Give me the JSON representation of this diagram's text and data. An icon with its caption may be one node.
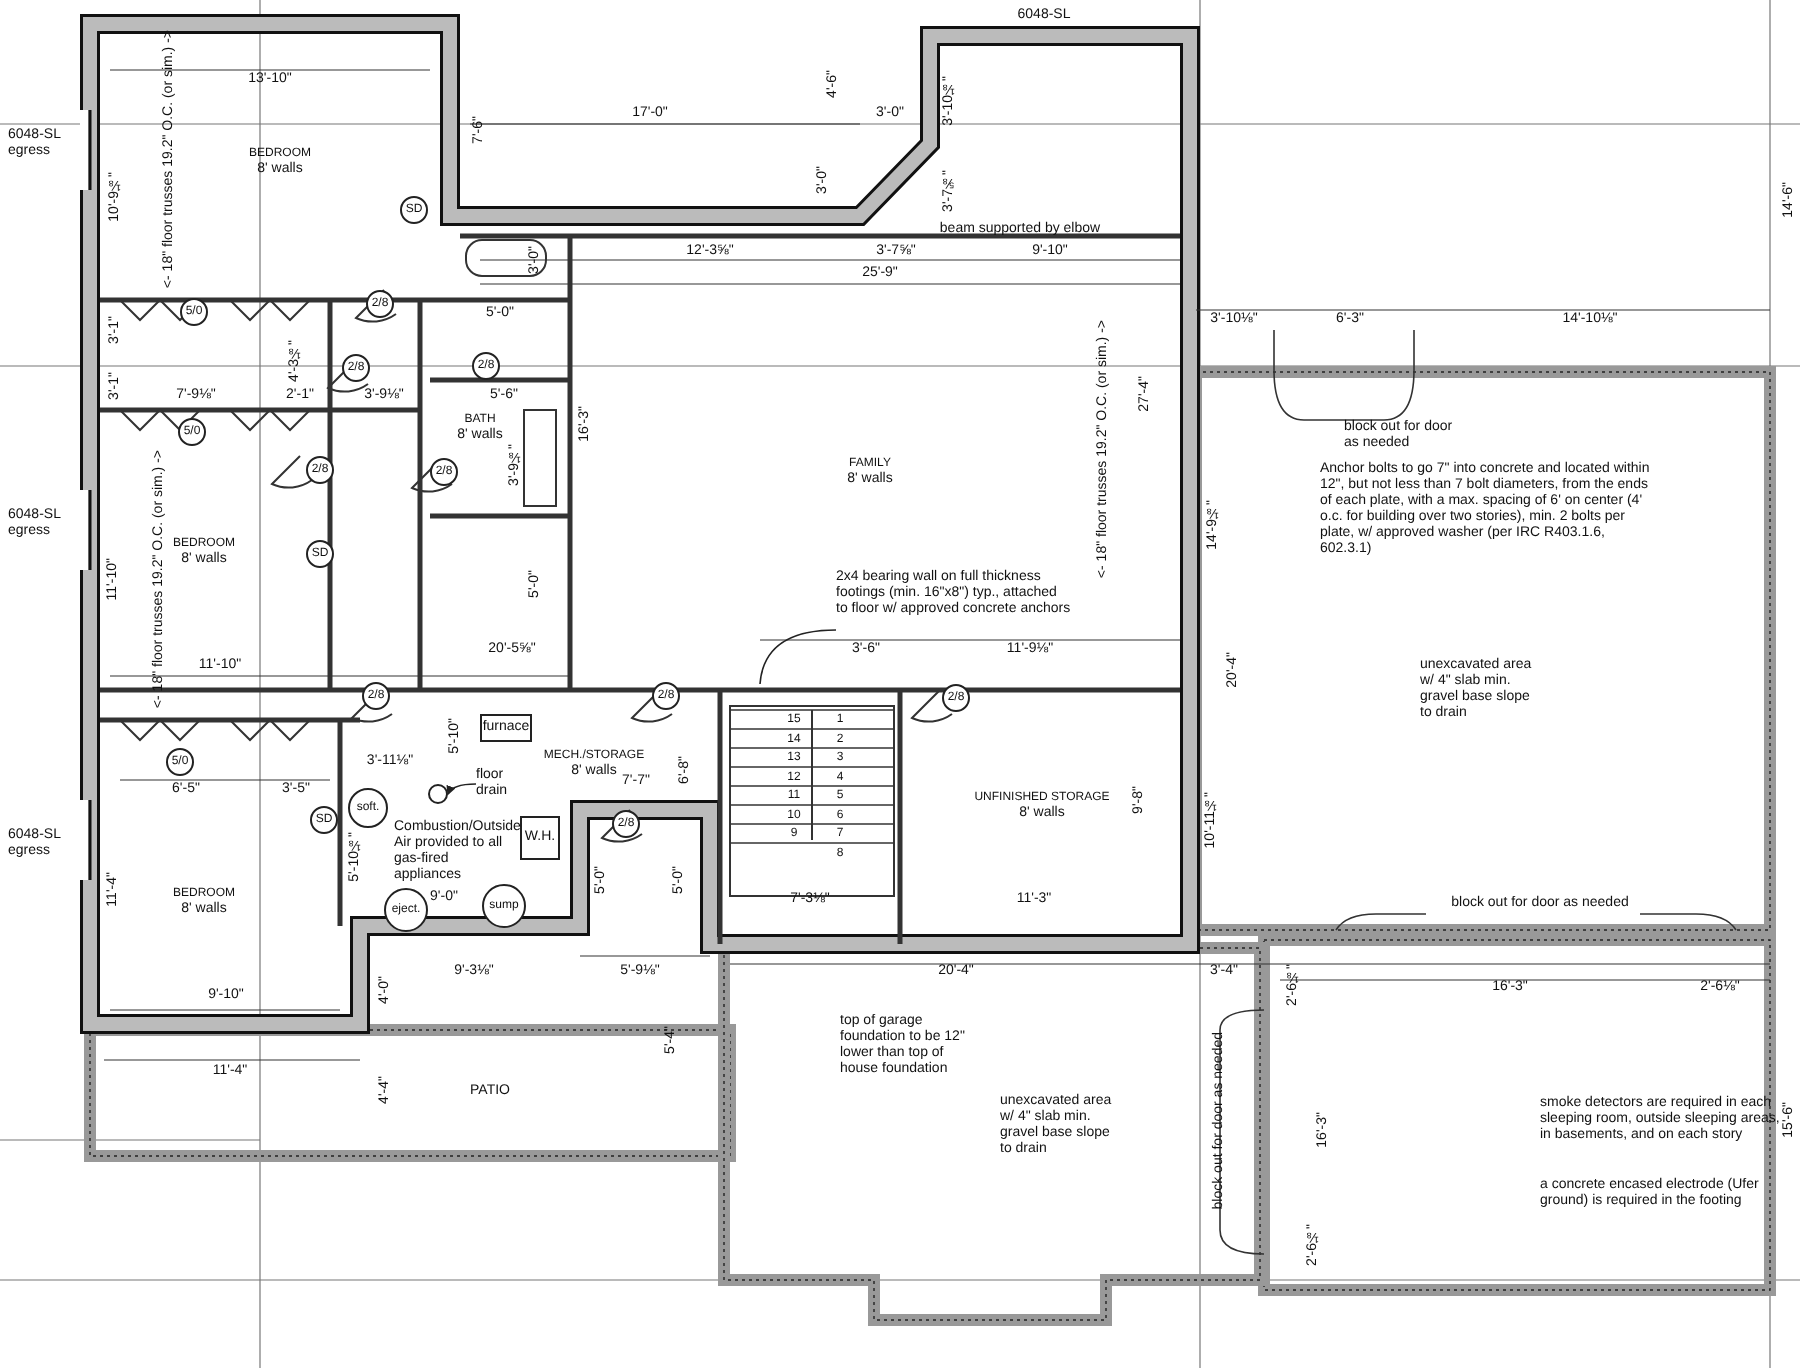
{
  "diagram": {
    "nodes": [
      {
        "text": [
          "BEDROOM",
          "8' walls"
        ]
      },
      {
        "text": [
          "FAMILY",
          "8' walls"
        ]
      },
      {
        "text": [
          "BATH",
          "8' walls"
        ]
      },
      {
        "text": [
          "BEDROOM",
          "8' walls"
        ]
      },
      {
        "text": [
          "MECH./STORAGE",
          "8' walls"
        ]
      },
      {
        "text": [
          "UNFINISHED STORAGE",
          "8' walls"
        ]
      },
      {
        "text": [
          "BEDROOM",
          "8' walls"
        ]
      },
      {
        "text": [
          "PATIO"
        ]
      },
      {
        "text": [
          "furnace"
        ]
      },
      {
        "text": [
          "W.H."
        ]
      },
      {
        "text": [
          "soft."
        ]
      },
      {
        "text": [
          "eject."
        ]
      },
      {
        "text": [
          "sump"
        ]
      },
      {
        "text": [
          "2x4 bearing wall on full thickness footings (min. 16\"x8\") typ., attached to floor w/ approved concrete anchors"
        ]
      },
      {
        "text": [
          "SD"
        ]
      },
      {
        "text": [
          "SD"
        ]
      },
      {
        "text": [
          "SD"
        ]
      },
      {
        "text": [
          "5/0"
        ]
      },
      {
        "text": [
          "2/8"
        ]
      },
      {
        "text": [
          "2/8"
        ]
      },
      {
        "text": [
          "2/8"
        ]
      },
      {
        "text": [
          "2/8"
        ]
      },
      {
        "text": [
          "5/0"
        ]
      },
      {
        "text": [
          "5/0"
        ]
      },
      {
        "text": [
          "2/8"
        ]
      },
      {
        "text": [
          "2/8"
        ]
      },
      {
        "text": [
          "2/8"
        ]
      },
      {
        "text": [
          "2/8"
        ]
      },
      {
        "text": [
          "2/8"
        ]
      },
      {
        "text": [
          "floor drain"
        ]
      },
      {
        "text": [],
        "shape": "circle"
      }
    ],
    "edges": [
      {
        "from": 13,
        "to": null,
        "arrow": "none"
      },
      {
        "from": 29,
        "to": 30,
        "arrow": "to"
      }
    ],
    "labels": [
      "6048-SL egress",
      "6048-SL egress",
      "6048-SL egress",
      "6048-SL",
      "13'-10\"",
      "10'-9⅛\"",
      "<- 18\" floor trusses 19.2\" O.C. (or sim.) ->",
      "7'-6\"",
      "17'-0\"",
      "4'-6\"",
      "3'-0\"",
      "3'-0\"",
      "3'-10⅛\"",
      "3'-7⅝\"",
      "beam supported by elbow",
      "12'-3⅝\"",
      "3'-7⅝\"",
      "9'-10\"",
      "25'-9\"",
      "16'-3\"",
      "<- 18\" floor trusses 19.2\" O.C. (or sim.) ->",
      "27'-4\"",
      "3'-0\"",
      "5'-0\"",
      "7'-9⅛\"",
      "2'-1\"",
      "3'-9⅛\"",
      "5'-6\"",
      "3'-1\"",
      "3'-1\"",
      "4'-3⅛\"",
      "3'-9⅛\"",
      "5'-0\"",
      "11'-10\"",
      "<- 18\" floor trusses 19.2\" O.C. (or sim.) ->",
      "11'-10\"",
      "20'-5⅝\"",
      "3'-6\"",
      "11'-9⅛\"",
      "3'-10⅛\"",
      "6'-3\"",
      "14'-10⅛\"",
      "14'-9⅛\"",
      "20'-4\"",
      "10'-11⅛\"",
      "14'-6\"",
      "6'-5\"",
      "3'-5\"",
      "3'-11⅛\"",
      "5'-10\"",
      "5'-10⅛\"",
      "9'-0\"",
      "11'-4\"",
      "9'-10\"",
      "11'-4\"",
      "9'-3⅛\"",
      "4'-0\"",
      "4'-4\"",
      "7'-7\"",
      "5'-0\"",
      "5'-0\"",
      "5'-9⅛\"",
      "5'-4\"",
      "6'-8\"",
      "9'-8\"",
      "7'-3⅛\"",
      "11'-3\"",
      "20'-4\"",
      "3'-4\"",
      "16'-3\"",
      "2'-6⅛\"",
      "2'-6⅛\"",
      "16'-3\"",
      "2'-6⅛\"",
      "15'-6\"",
      "Anchor bolts to go 7\" into concrete and located within 12\", but not less than 7 bolt diameters, from the ends of each plate, with a max. spacing of 6' on center (4' o.c. for building over two stories), min. 2 bolts per plate, w/ approved washer (per IRC R403.1.6, 602.3.1)",
      "block out for door as needed",
      "unexcavated area w/ 4\" slab min. gravel base slope to drain",
      "block out for door as needed",
      "block out for door as needed",
      "smoke detectors are required in each sleeping room, outside sleeping areas, in basements, and on each story",
      "a concrete encased electrode (Ufer ground) is required in the footing",
      "top of garage foundation to be 12\" lower than top of house foundation",
      "unexcavated area w/ 4\" slab min. gravel base slope to drain",
      "Combustion/Outside Air provided to all gas-fired appliances",
      "15",
      "14",
      "13",
      "12",
      "11",
      "10",
      "9",
      "1",
      "2",
      "3",
      "4",
      "5",
      "6",
      "7",
      "8"
    ]
  }
}
